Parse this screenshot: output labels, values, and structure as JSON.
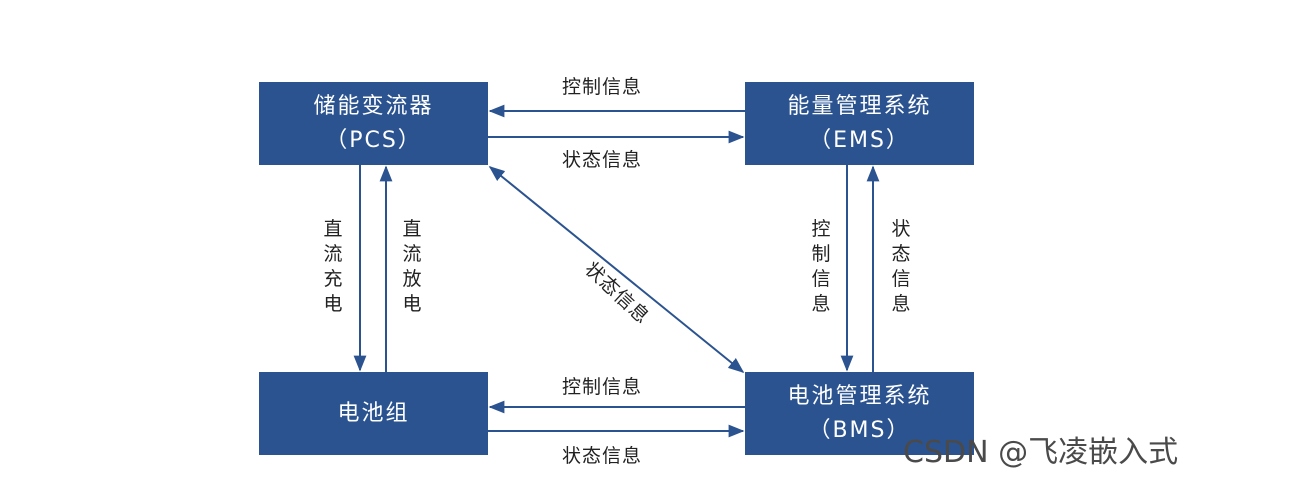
{
  "nodes": {
    "pcs": {
      "line1": "储能变流器",
      "line2": "（PCS）"
    },
    "ems": {
      "line1": "能量管理系统",
      "line2": "（EMS）"
    },
    "battery": {
      "line1": "电池组"
    },
    "bms": {
      "line1": "电池管理系统",
      "line2": "（BMS）"
    }
  },
  "edges": {
    "ems_to_pcs": "控制信息",
    "pcs_to_ems": "状态信息",
    "pcs_to_battery": "直流充电",
    "battery_to_pcs": "直流放电",
    "ems_to_bms": "控制信息",
    "bms_to_ems": "状态信息",
    "bms_to_pcs": "状态信息",
    "bms_to_battery": "控制信息",
    "battery_to_bms": "状态信息"
  },
  "watermark": "CSDN @飞凌嵌入式",
  "colors": {
    "node_fill": "#2b5390",
    "node_text": "#ffffff",
    "arrow": "#2b5390"
  }
}
